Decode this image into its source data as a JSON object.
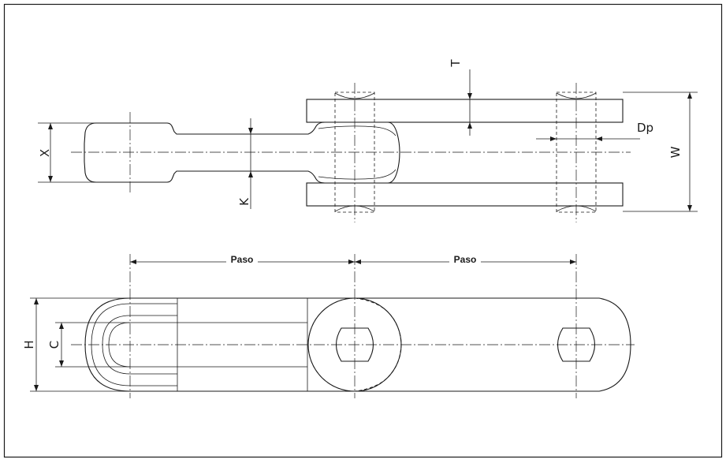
{
  "labels": {
    "t": "T",
    "x": "X",
    "k": "K",
    "dp": "Dp",
    "w": "W",
    "h": "H",
    "c": "C",
    "pitch_left": "Paso",
    "pitch_right": "Paso"
  }
}
